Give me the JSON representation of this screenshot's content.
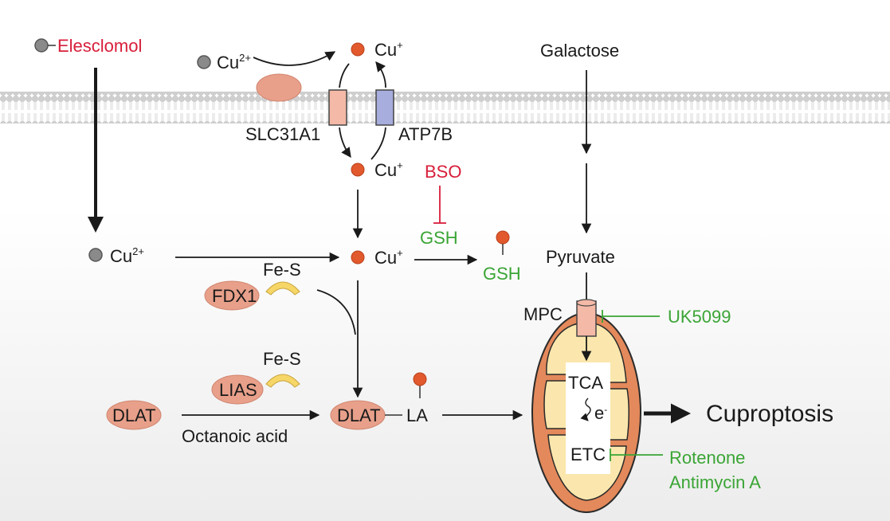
{
  "labels": {
    "elesclomol": "Elesclomol",
    "cu2_top": "Cu",
    "cu2_top_charge": "2+",
    "cu1_top": "Cu",
    "cu1_top_charge": "+",
    "slc31a1": "SLC31A1",
    "atp7b": "ATP7B",
    "cu1_mid": "Cu",
    "cu1_mid_charge": "+",
    "bso": "BSO",
    "gsh_inhibited": "GSH",
    "cu2_left": "Cu",
    "cu2_left_charge": "2+",
    "cu1_center": "Cu",
    "cu1_center_charge": "+",
    "gsh_bound": "GSH",
    "fes_fdx1": "Fe-S",
    "fdx1": "FDX1",
    "fes_lias": "Fe-S",
    "lias": "LIAS",
    "dlat_left": "DLAT",
    "octanoic_acid": "Octanoic acid",
    "dlat_center": "DLAT",
    "la": "LA",
    "galactose": "Galactose",
    "pyruvate": "Pyruvate",
    "mpc": "MPC",
    "uk5099": "UK5099",
    "tca": "TCA",
    "electron": "e",
    "electron_charge": "-",
    "etc": "ETC",
    "rotenone": "Rotenone",
    "antimycin": "Antimycin A",
    "cuproptosis": "Cuproptosis"
  },
  "colors": {
    "copper_ion": "#e2592d",
    "copper_2plus": "#8a8a8a",
    "inhibitor_red": "#d81e3a",
    "inhibitor_green": "#3aa535",
    "protein": "#e8a08a",
    "transporter_slc": "#f4b9a7",
    "transporter_atp": "#a7addc",
    "fes_cluster": "#f6d667",
    "mito_outer": "#e3895b",
    "mito_inner": "#fbe7ad"
  }
}
